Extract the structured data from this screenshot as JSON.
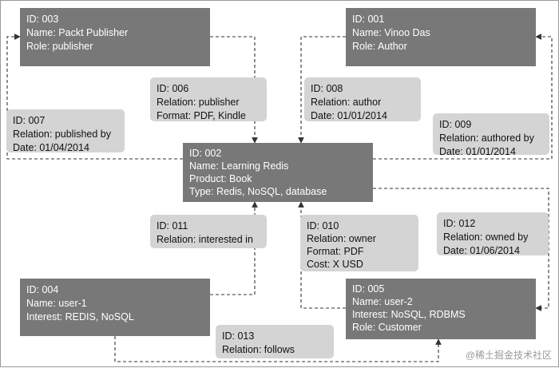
{
  "nodes": {
    "n003": [
      "ID: 003",
      "Name: Packt Publisher",
      "Role: publisher"
    ],
    "n001": [
      "ID: 001",
      "Name: Vinoo Das",
      "Role: Author"
    ],
    "n002": [
      "ID: 002",
      "Name: Learning Redis",
      "Product: Book",
      "Type: Redis, NoSQL, database"
    ],
    "n004": [
      "ID: 004",
      "Name: user-1",
      "Interest: REDIS, NoSQL"
    ],
    "n005": [
      "ID: 005",
      "Name: user-2",
      "Interest: NoSQL, RDBMS",
      "Role: Customer"
    ]
  },
  "relations": {
    "r006": [
      "ID: 006",
      "Relation: publisher",
      "Format: PDF, Kindle"
    ],
    "r008": [
      "ID: 008",
      "Relation: author",
      "Date: 01/01/2014"
    ],
    "r007": [
      "ID: 007",
      "Relation: published by",
      "Date: 01/04/2014"
    ],
    "r009": [
      "ID: 009",
      "Relation: authored by",
      "Date: 01/01/2014"
    ],
    "r011": [
      "ID: 011",
      "Relation: interested in"
    ],
    "r010": [
      "ID: 010",
      "Relation: owner",
      "Format: PDF",
      "Cost: X USD"
    ],
    "r012": [
      "ID: 012",
      "Relation: owned by",
      "Date: 01/06/2014"
    ],
    "r013": [
      "ID: 013",
      "Relation: follows"
    ]
  },
  "watermark": "@稀土掘金技术社区",
  "colors": {
    "node": "#787878",
    "relation": "#d4d4d4",
    "edge": "#333333"
  }
}
